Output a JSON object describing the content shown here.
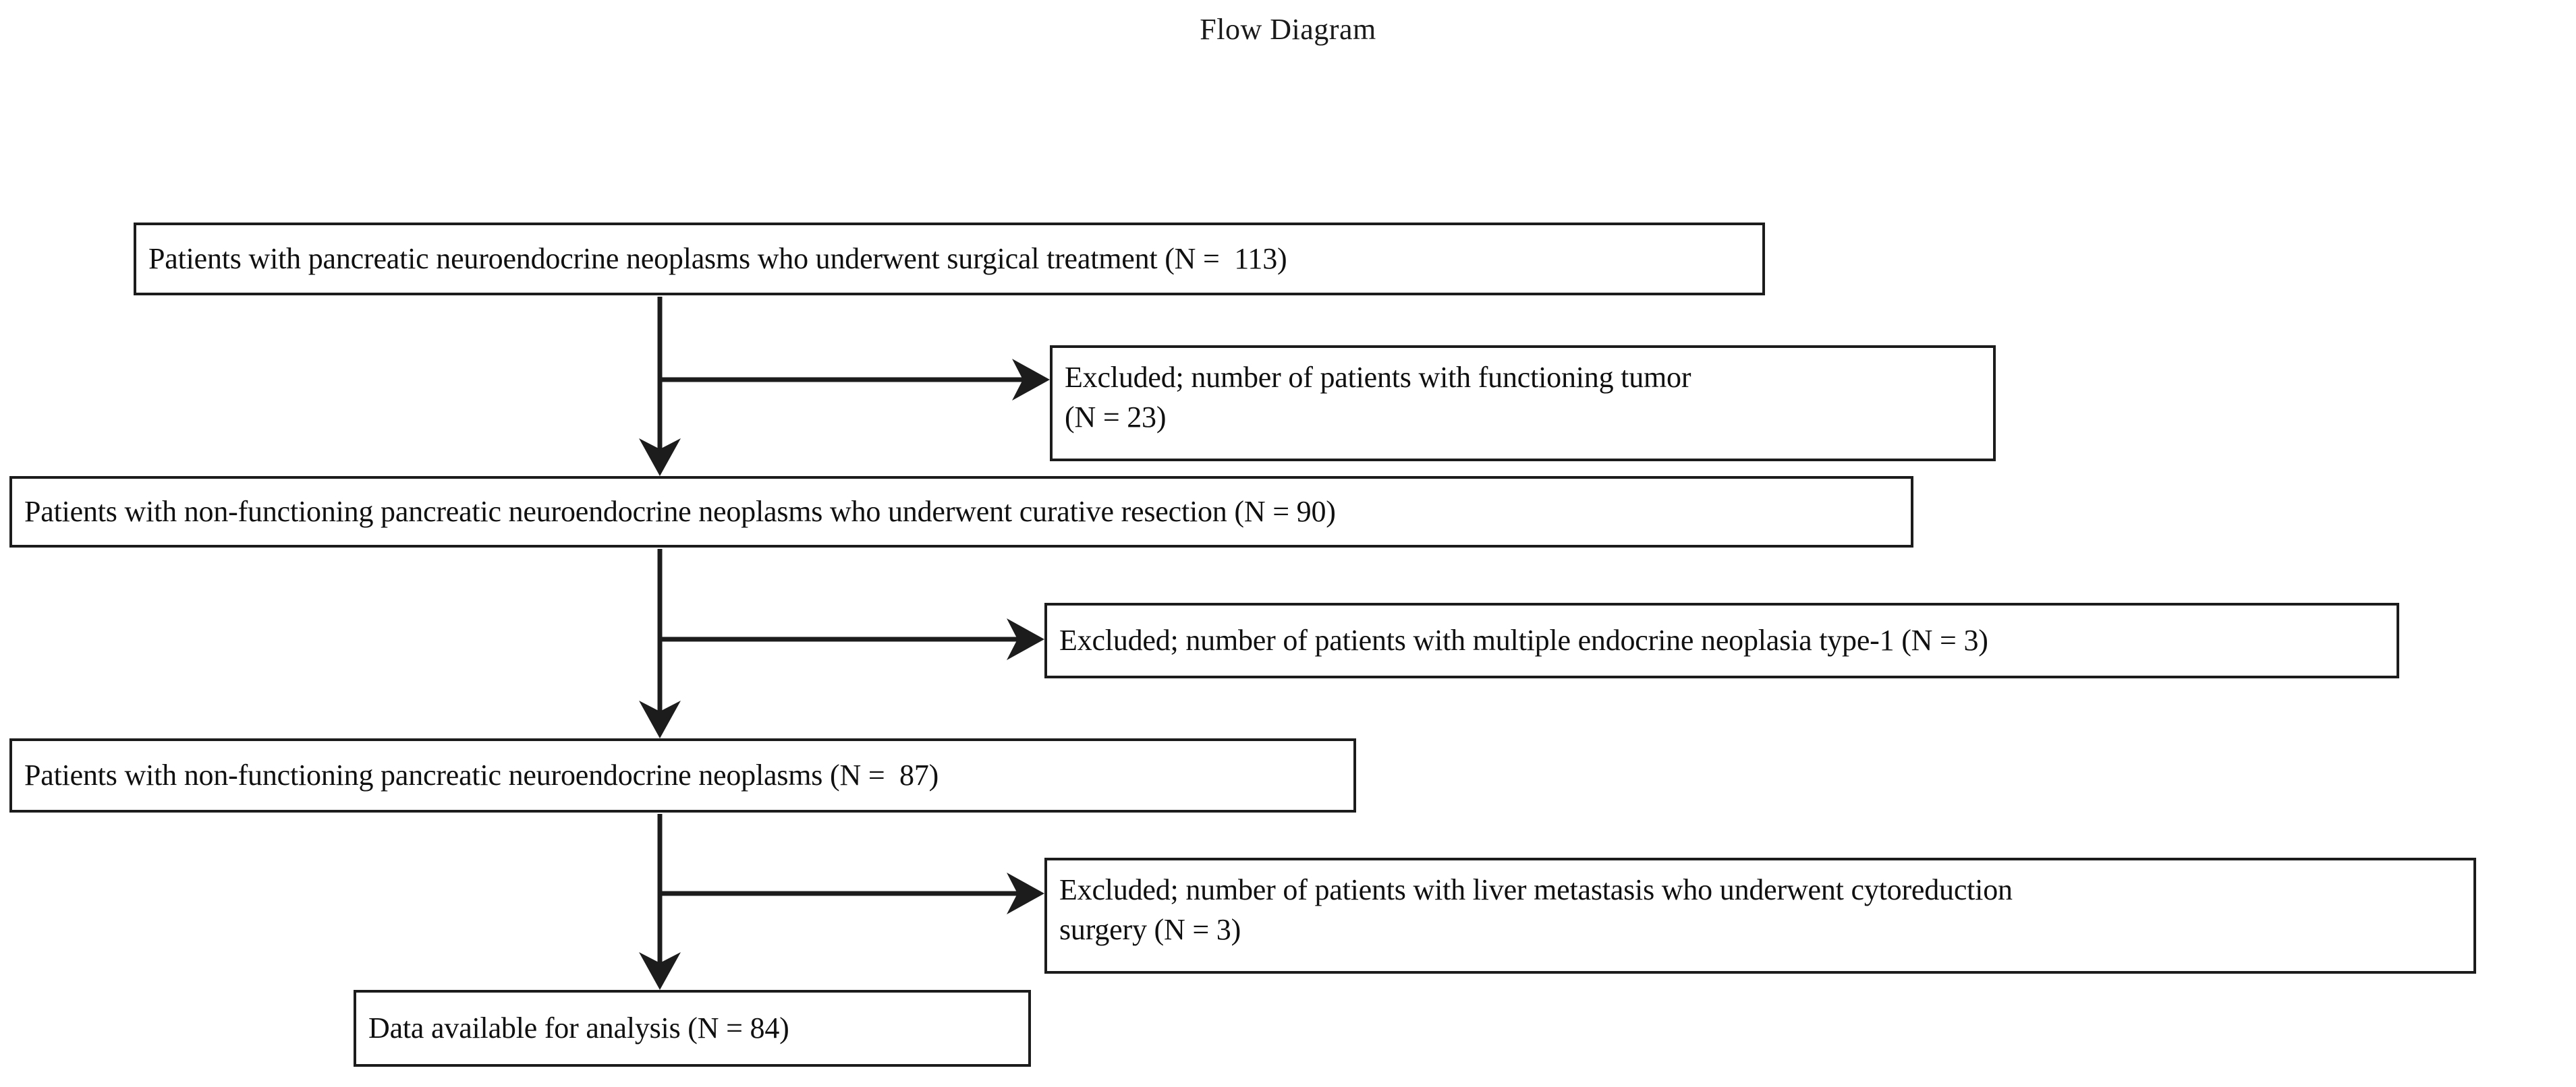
{
  "title": "Flow Diagram",
  "colors": {
    "background": "#ffffff",
    "box_border": "#1c1c1c",
    "text": "#101010",
    "arrow": "#1c1c1c"
  },
  "flow": {
    "main_steps": [
      {
        "id": "enrolled",
        "text": "Patients with pancreatic neuroendocrine neoplasms who underwent surgical treatment (N =  113)",
        "n": 113
      },
      {
        "id": "curative",
        "text": "Patients with non-functioning pancreatic neuroendocrine neoplasms who underwent curative resection (N = 90)",
        "n": 90
      },
      {
        "id": "nonfunctioning",
        "text": "Patients with non-functioning pancreatic neuroendocrine neoplasms (N =  87)",
        "n": 87
      },
      {
        "id": "analysis",
        "text": "Data available for analysis (N = 84)",
        "n": 84
      }
    ],
    "exclusions": [
      {
        "id": "excl-functioning",
        "text": "Excluded; number of patients with functioning tumor\n(N = 23)",
        "n": 23
      },
      {
        "id": "excl-men1",
        "text": "Excluded; number of patients with multiple endocrine neoplasia type-1 (N = 3)",
        "n": 3
      },
      {
        "id": "excl-liver-mets",
        "text": "Excluded; number of patients with liver metastasis who underwent cytoreduction\nsurgery (N = 3)",
        "n": 3
      }
    ],
    "connectors": [
      {
        "id": "down-arrow-1",
        "kind": "vertical-arrow",
        "from": "enrolled",
        "to": "curative"
      },
      {
        "id": "branch-arrow-1",
        "kind": "horizontal-arrow",
        "from": "down-arrow-1",
        "to": "excl-functioning"
      },
      {
        "id": "down-arrow-2",
        "kind": "vertical-arrow",
        "from": "curative",
        "to": "nonfunctioning"
      },
      {
        "id": "branch-arrow-2",
        "kind": "horizontal-arrow",
        "from": "down-arrow-2",
        "to": "excl-men1"
      },
      {
        "id": "down-arrow-3",
        "kind": "vertical-arrow",
        "from": "nonfunctioning",
        "to": "analysis"
      },
      {
        "id": "branch-arrow-3",
        "kind": "horizontal-arrow",
        "from": "down-arrow-3",
        "to": "excl-liver-mets"
      }
    ]
  }
}
